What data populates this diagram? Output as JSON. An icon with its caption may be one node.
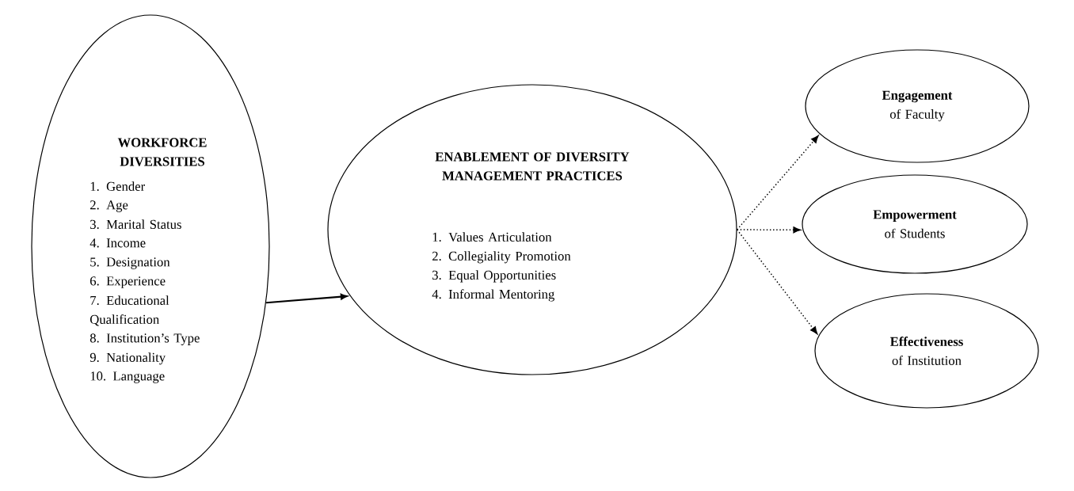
{
  "diagram": {
    "nodes": [
      {
        "text": [
          "WORKFORCE DIVERSITIES",
          "1. Gender",
          "2. Age",
          "3. Marital Status",
          "4. Income",
          "5. Designation",
          "6. Experience",
          "7. Educational Qualification",
          "8. Institution’s Type",
          "9. Nationality",
          "10. Language"
        ]
      },
      {
        "text": [
          "ENABLEMENT OF DIVERSITY MANAGEMENT PRACTICES",
          "1. Values Articulation",
          "2. Collegiality Promotion",
          "3. Equal Opportunities",
          "4. Informal Mentoring"
        ]
      },
      {
        "text": [
          "**Engagement** of Faculty"
        ]
      },
      {
        "text": [
          "**Empowerment** of Students"
        ]
      },
      {
        "text": [
          "**Effectiveness** of Institution"
        ]
      }
    ],
    "edges": [
      {
        "from": 0,
        "to": 1,
        "arrow": "to"
      },
      {
        "from": 1,
        "to": 2,
        "arrow": "to",
        "style": "dashed"
      },
      {
        "from": 1,
        "to": 3,
        "arrow": "to",
        "style": "dashed"
      },
      {
        "from": 1,
        "to": 4,
        "arrow": "to",
        "style": "dashed"
      }
    ]
  }
}
